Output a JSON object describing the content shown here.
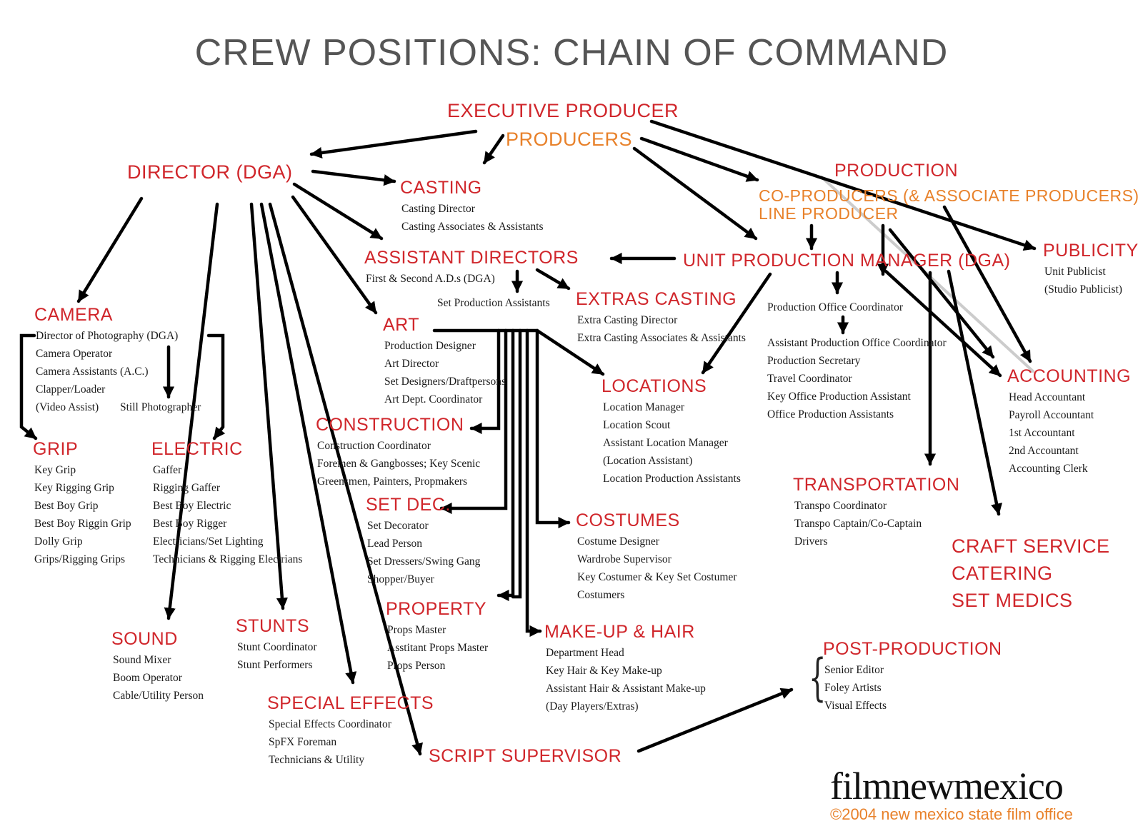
{
  "title": "CREW POSITIONS:  CHAIN OF COMMAND",
  "colors": {
    "heading": "#d0262b",
    "sub_heading": "#e8812a",
    "title": "#555555",
    "arrow": "#000000"
  },
  "nodes": [
    {
      "id": "executive-producer",
      "heading": "EXECUTIVE PRODUCER",
      "items": []
    },
    {
      "id": "producers",
      "heading": "PRODUCERS",
      "items": []
    },
    {
      "id": "director",
      "heading": "DIRECTOR (DGA)",
      "items": []
    },
    {
      "id": "casting",
      "heading": "CASTING",
      "items": [
        "Casting Director",
        "Casting Associates & Assistants"
      ]
    },
    {
      "id": "production",
      "heading": "PRODUCTION",
      "items": []
    },
    {
      "id": "co-producers",
      "heading": "CO-PRODUCERS (& ASSOCIATE PRODUCERS)",
      "items": []
    },
    {
      "id": "line-producer",
      "heading": "LINE PRODUCER",
      "items": []
    },
    {
      "id": "publicity",
      "heading": "PUBLICITY",
      "items": [
        "Unit Publicist",
        "(Studio Publicist)"
      ]
    },
    {
      "id": "assistant-directors",
      "heading": "ASSISTANT DIRECTORS",
      "items": [
        "First & Second A.D.s (DGA)"
      ]
    },
    {
      "id": "unit-production-manager",
      "heading": "UNIT PRODUCTION MANAGER (DGA)",
      "items": []
    },
    {
      "id": "extras-casting",
      "heading": "EXTRAS CASTING",
      "items": [
        "Extra Casting Director",
        "Extra Casting Associates & Assistants"
      ]
    },
    {
      "id": "camera",
      "heading": "CAMERA",
      "items": [
        "Director of Photography (DGA)",
        "Camera Operator",
        "Camera Assistants (A.C.)",
        "Clapper/Loader",
        "(Video Assist)"
      ]
    },
    {
      "id": "art",
      "heading": "ART",
      "items": [
        "Production Designer",
        "Art Director",
        "Set Designers/Draftpersons",
        "Art Dept. Coordinator"
      ]
    },
    {
      "id": "locations",
      "heading": "LOCATIONS",
      "items": [
        "Location Manager",
        "Location Scout",
        "Assistant Location Manager",
        "(Location Assistant)",
        "Location Production Assistants"
      ]
    },
    {
      "id": "accounting",
      "heading": "ACCOUNTING",
      "items": [
        "Head Accountant",
        "Payroll Accountant",
        "1st Accountant",
        "2nd Accountant",
        "Accounting Clerk"
      ]
    },
    {
      "id": "construction",
      "heading": "CONSTRUCTION",
      "items": [
        "Construction Coordinator",
        "Foremen & Gangbosses; Key Scenic",
        "Greensmen, Painters, Propmakers"
      ]
    },
    {
      "id": "grip",
      "heading": "GRIP",
      "items": [
        "Key Grip",
        "Key Rigging Grip",
        "Best Boy Grip",
        "Best Boy Riggin Grip",
        "Dolly Grip",
        "Grips/Rigging Grips"
      ]
    },
    {
      "id": "electric",
      "heading": "ELECTRIC",
      "items": [
        "Gaffer",
        "Rigging Gaffer",
        "Best Boy Electric",
        "Best Boy Rigger",
        "Electricians/Set Lighting",
        "Technicians & Rigging Electrians"
      ]
    },
    {
      "id": "transportation",
      "heading": "TRANSPORTATION",
      "items": [
        "Transpo Coordinator",
        "Transpo Captain/Co-Captain",
        "Drivers"
      ]
    },
    {
      "id": "set-dec",
      "heading": "SET DEC.",
      "items": [
        "Set Decorator",
        "Lead Person",
        "Set Dressers/Swing Gang",
        "Shopper/Buyer"
      ]
    },
    {
      "id": "costumes",
      "heading": "COSTUMES",
      "items": [
        "Costume Designer",
        "Wardrobe Supervisor",
        "Key Costumer & Key Set Costumer",
        "Costumers"
      ]
    },
    {
      "id": "craft-service",
      "heading": "CRAFT SERVICE",
      "items": []
    },
    {
      "id": "catering",
      "heading": "CATERING",
      "items": []
    },
    {
      "id": "set-medics",
      "heading": "SET MEDICS",
      "items": []
    },
    {
      "id": "property",
      "heading": "PROPERTY",
      "items": [
        "Props Master",
        "Asstitant Props Master",
        "Props Person"
      ]
    },
    {
      "id": "stunts",
      "heading": "STUNTS",
      "items": [
        "Stunt Coordinator",
        "Stunt Performers"
      ]
    },
    {
      "id": "make-up-hair",
      "heading": "MAKE-UP & HAIR",
      "items": [
        "Department Head",
        "Key Hair & Key Make-up",
        "Assistant Hair & Assistant Make-up",
        "(Day Players/Extras)"
      ]
    },
    {
      "id": "sound",
      "heading": "SOUND",
      "items": [
        "Sound Mixer",
        "Boom Operator",
        "Cable/Utility Person"
      ]
    },
    {
      "id": "post-production",
      "heading": "POST-PRODUCTION",
      "items": [
        "Senior Editor",
        "Foley Artists",
        "Visual Effects"
      ]
    },
    {
      "id": "special-effects",
      "heading": "SPECIAL EFFECTS",
      "items": [
        "Special Effects Coordinator",
        "SpFX Foreman",
        "Technicians & Utility"
      ]
    },
    {
      "id": "script-supervisor",
      "heading": "SCRIPT SUPERVISOR",
      "items": []
    }
  ],
  "extra_labels": {
    "set_production_assistants": "Set Production Assistants",
    "still_photographer": "Still Photographer",
    "production_office": [
      "Production Office Coordinator",
      "Assistant Production Office Coordinator",
      "Production Secretary",
      "Travel Coordinator",
      "Key Office Production Assistant",
      "Office Production Assistants"
    ]
  },
  "footer": {
    "logo": "filmnewmexico",
    "copyright": "©2004 new mexico state film office"
  }
}
